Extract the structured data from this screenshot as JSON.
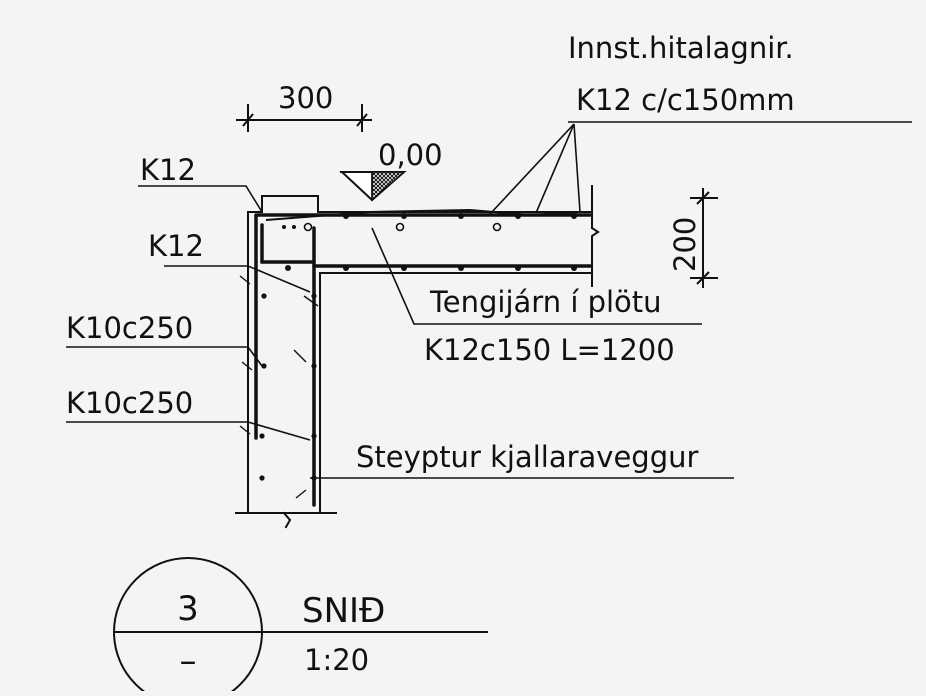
{
  "labels": {
    "insulation_title": "Innst.hitalagnir.",
    "insulation_spec": "K12 c/c150mm",
    "dim_width": "300",
    "level": "0,00",
    "dim_height": "200",
    "rebar_top": "K12",
    "rebar_corner": "K12",
    "rebar_wall_outer": "K10c250",
    "rebar_wall_inner": "K10c250",
    "connector_title": "Tengijárn í plötu",
    "connector_spec": "K12c150 L=1200",
    "wall_label": "Steyptur kjallaraveggur"
  },
  "section": {
    "number": "3",
    "sheet": "–",
    "title": "SNIÐ",
    "scale": "1:20"
  },
  "colors": {
    "ink": "#111111",
    "background": "#f4f4f4"
  }
}
